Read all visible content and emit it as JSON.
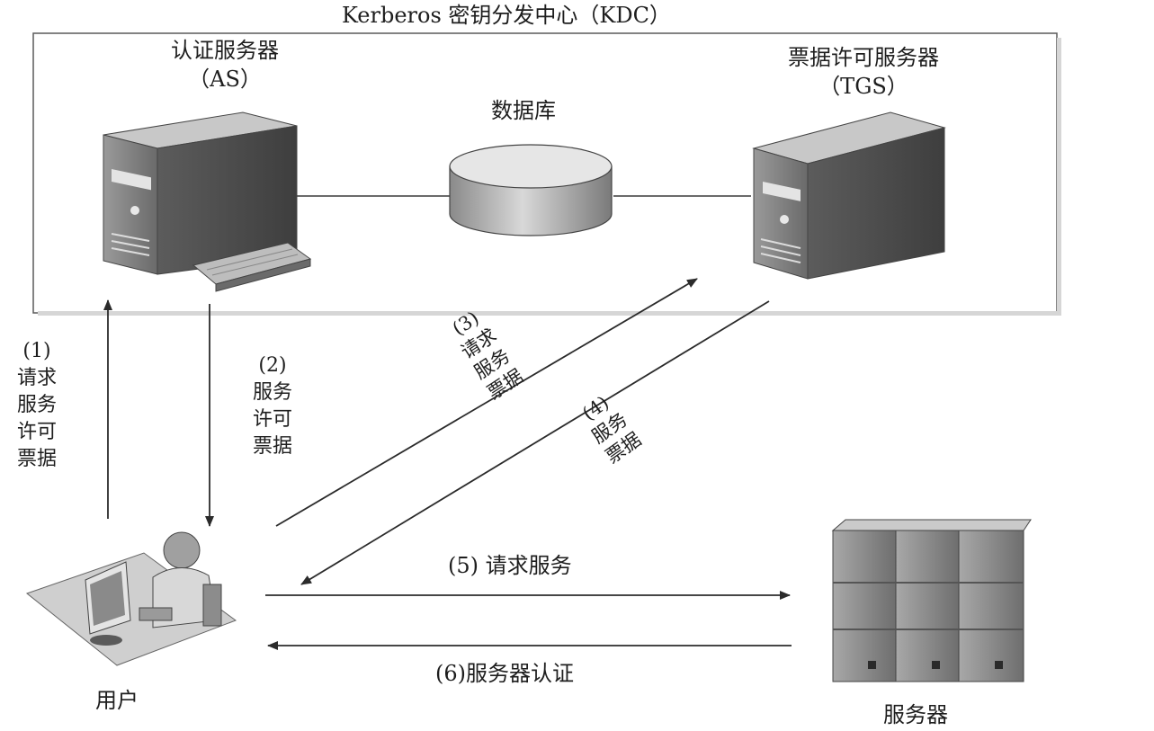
{
  "kdc": {
    "title": "Kerberos 密钥分发中心（KDC）"
  },
  "as_server": {
    "name": "认证服务器",
    "abbr": "（AS）"
  },
  "tgs_server": {
    "name": "票据许可服务器",
    "abbr": "（TGS）"
  },
  "database": {
    "label": "数据库"
  },
  "user": {
    "label": "用户"
  },
  "service_server": {
    "label": "服务器"
  },
  "steps": [
    {
      "num": "(1)",
      "lines": [
        "请求",
        "服务",
        "许可",
        "票据"
      ]
    },
    {
      "num": "(2)",
      "lines": [
        "服务",
        "许可",
        "票据"
      ]
    },
    {
      "num": "(3)",
      "lines": [
        "请求",
        "服务",
        "票据"
      ]
    },
    {
      "num": "(4)",
      "lines": [
        "服务",
        "票据"
      ]
    },
    {
      "num": "(5)",
      "text": "请求服务"
    },
    {
      "num": "(6)",
      "text": "服务器认证"
    }
  ],
  "colors": {
    "arrow": "#2b2b2b",
    "kdc_box": "#5a5a5a",
    "server_dark": "#4a4a4a",
    "server_light": "#d0d0d0"
  }
}
